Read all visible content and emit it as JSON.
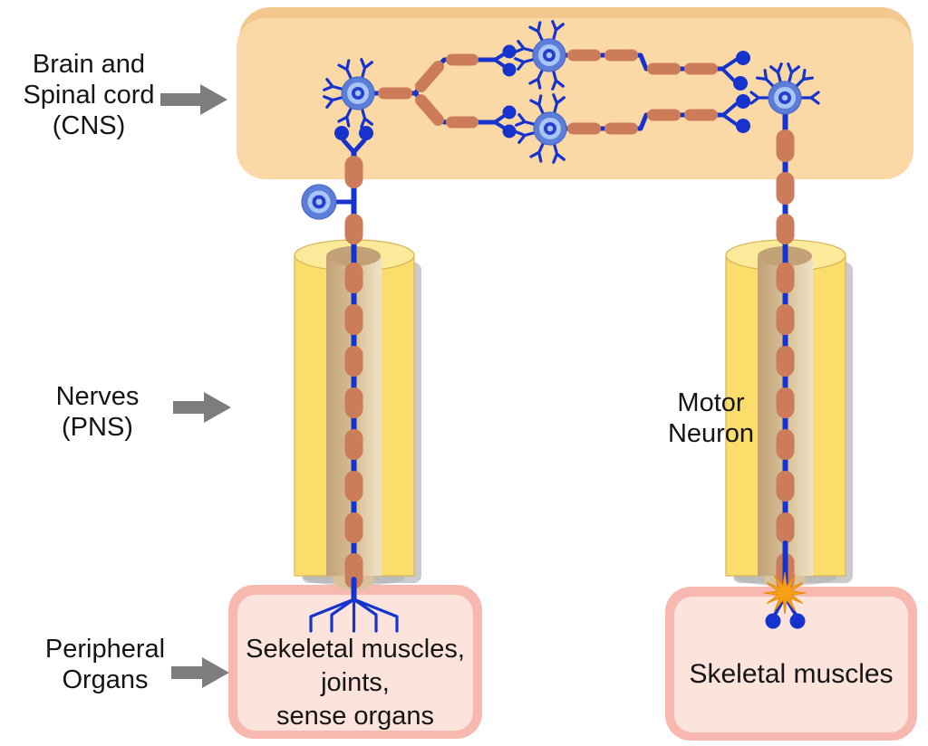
{
  "labels": {
    "cns": {
      "lines": [
        "Brain and",
        "Spinal cord",
        "(CNS)"
      ]
    },
    "pns": {
      "lines": [
        "Nerves",
        "(PNS)"
      ]
    },
    "peripheral": {
      "lines": [
        "Peripheral",
        "Organs"
      ]
    },
    "motor": {
      "lines": [
        "Motor",
        "Neuron"
      ]
    },
    "left_organ_box": {
      "lines": [
        "Sekeletal muscles,",
        "joints,",
        "sense organs"
      ]
    },
    "right_organ_box": {
      "lines": [
        "Skeletal muscles"
      ]
    }
  },
  "icons": {
    "arrows": "right-arrow-icon",
    "neuron": "neuron-soma-icon",
    "synapse_flash": "starburst-icon"
  },
  "palette": {
    "axon_blue": "#1733CE",
    "soma_blue": "#5C7ED8",
    "soma_ring": "#A8C5F5",
    "nucleus_blue": "#2440CF",
    "myelin": "#CC7C59",
    "cns_fill": "#FBD9A6",
    "cns_back": "#F3C88E",
    "nerve_yellow": "#FBDD6C",
    "nerve_top": "#FCEA9B",
    "nerve_stroke": "#D8B456",
    "core_tan": "#D9C29A",
    "core_dark": "#C2A176",
    "core_light": "#EFE2C4",
    "organ_fill": "#FCE4DD",
    "organ_border": "#F7B9AF",
    "arrow_gray": "#7D7D7D",
    "burst": "#F6A018",
    "shadow": "#AFAFAF",
    "text": "#151515"
  }
}
